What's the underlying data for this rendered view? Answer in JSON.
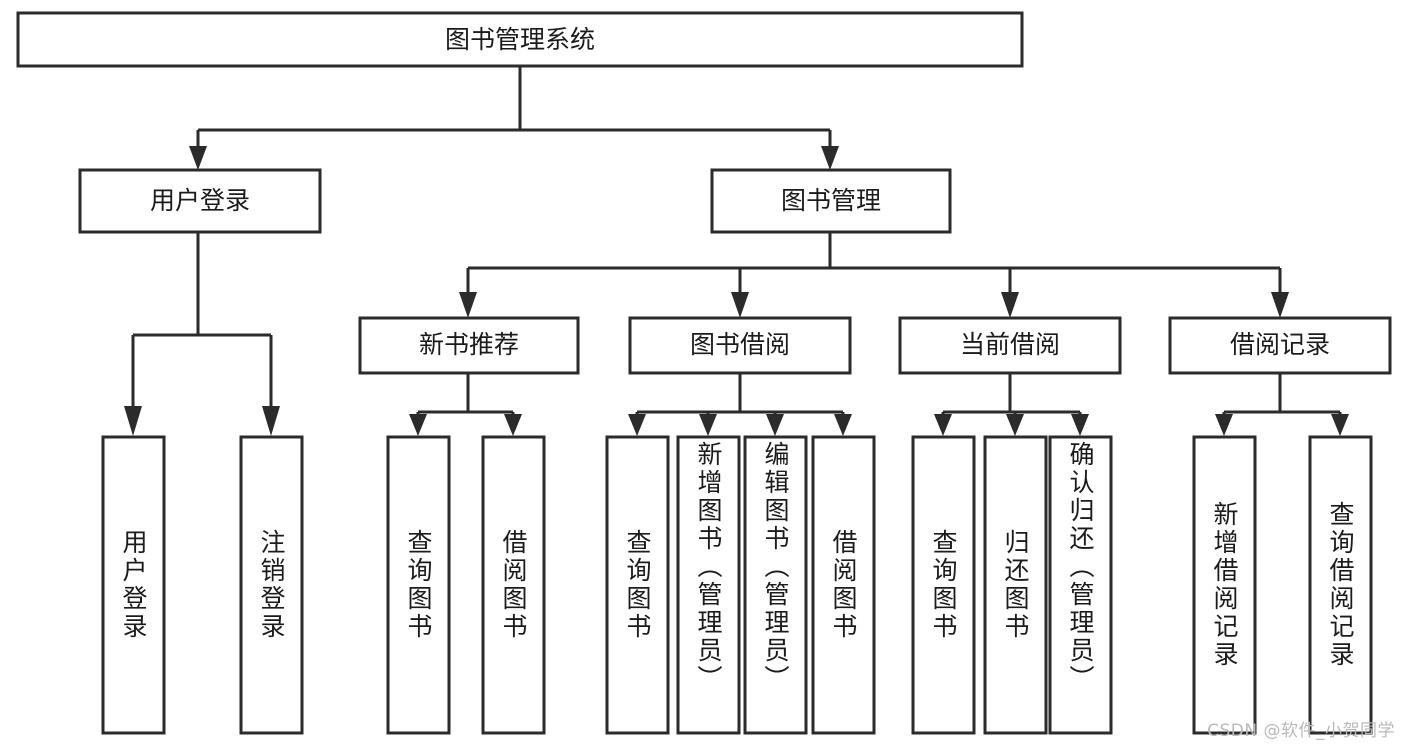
{
  "diagram": {
    "title": "图书管理系统",
    "type": "hierarchy-tree",
    "watermark": "CSDN @软件_小贺同学",
    "colors": {
      "stroke": "#2b2b2b",
      "fill": "#ffffff",
      "text": "#1b1b1b",
      "watermark": "#b9b9b9"
    },
    "levels": [
      {
        "level": 0,
        "nodes": [
          {
            "id": "root",
            "label": "图书管理系统",
            "orientation": "horizontal"
          }
        ]
      },
      {
        "level": 1,
        "nodes": [
          {
            "id": "user-login",
            "label": "用户登录",
            "orientation": "horizontal",
            "parent": "root"
          },
          {
            "id": "book-manage",
            "label": "图书管理",
            "orientation": "horizontal",
            "parent": "root"
          }
        ]
      },
      {
        "level": 2,
        "nodes": [
          {
            "id": "new-book-recommend",
            "label": "新书推荐",
            "orientation": "horizontal",
            "parent": "book-manage"
          },
          {
            "id": "book-borrow",
            "label": "图书借阅",
            "orientation": "horizontal",
            "parent": "book-manage"
          },
          {
            "id": "current-borrow",
            "label": "当前借阅",
            "orientation": "horizontal",
            "parent": "book-manage"
          },
          {
            "id": "borrow-record",
            "label": "借阅记录",
            "orientation": "horizontal",
            "parent": "book-manage"
          }
        ]
      },
      {
        "level": 3,
        "nodes": [
          {
            "id": "leaf-user-login",
            "label": "用户登录",
            "orientation": "vertical",
            "parent": "user-login"
          },
          {
            "id": "leaf-logout",
            "label": "注销登录",
            "orientation": "vertical",
            "parent": "user-login"
          },
          {
            "id": "leaf-query-book-1",
            "label": "查询图书",
            "orientation": "vertical",
            "parent": "new-book-recommend"
          },
          {
            "id": "leaf-borrow-book-1",
            "label": "借阅图书",
            "orientation": "vertical",
            "parent": "new-book-recommend"
          },
          {
            "id": "leaf-query-book-2",
            "label": "查询图书",
            "orientation": "vertical",
            "parent": "book-borrow"
          },
          {
            "id": "leaf-add-book",
            "label": "新增图书（管理员）",
            "orientation": "vertical",
            "parent": "book-borrow"
          },
          {
            "id": "leaf-edit-book",
            "label": "编辑图书（管理员）",
            "orientation": "vertical",
            "parent": "book-borrow"
          },
          {
            "id": "leaf-borrow-book-2",
            "label": "借阅图书",
            "orientation": "vertical",
            "parent": "book-borrow"
          },
          {
            "id": "leaf-query-book-3",
            "label": "查询图书",
            "orientation": "vertical",
            "parent": "current-borrow"
          },
          {
            "id": "leaf-return-book",
            "label": "归还图书",
            "orientation": "vertical",
            "parent": "current-borrow"
          },
          {
            "id": "leaf-confirm-return",
            "label": "确认归还（管理员）",
            "orientation": "vertical",
            "parent": "current-borrow"
          },
          {
            "id": "leaf-add-record",
            "label": "新增借阅记录",
            "orientation": "vertical",
            "parent": "borrow-record"
          },
          {
            "id": "leaf-query-record",
            "label": "查询借阅记录",
            "orientation": "vertical",
            "parent": "borrow-record"
          }
        ]
      }
    ]
  }
}
